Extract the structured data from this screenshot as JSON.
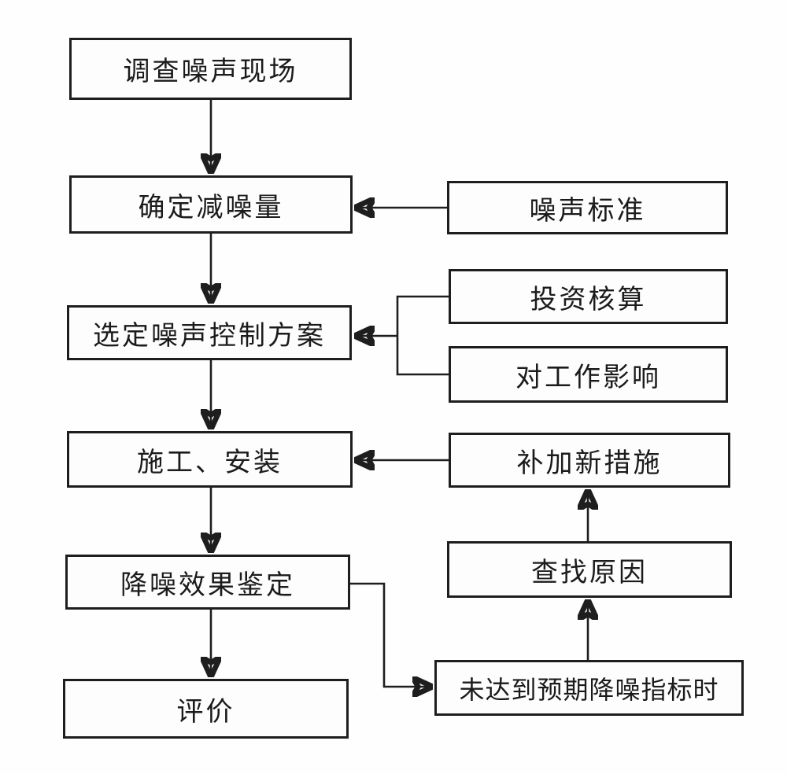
{
  "diagram": {
    "type": "flowchart",
    "background_color": "#fefefe",
    "line_color": "#1e1e1e",
    "nodes": {
      "survey": {
        "label": "调查噪声现场"
      },
      "determine": {
        "label": "确定减噪量"
      },
      "select_plan": {
        "label": "选定噪声控制方案"
      },
      "construct": {
        "label": "施工、安装"
      },
      "appraise": {
        "label": "降噪效果鉴定"
      },
      "evaluate": {
        "label": "评价"
      },
      "noise_standard": {
        "label": "噪声标准"
      },
      "investment": {
        "label": "投资核算"
      },
      "work_impact": {
        "label": "对工作影响"
      },
      "new_measures": {
        "label": "补加新措施"
      },
      "find_cause": {
        "label": "查找原因"
      },
      "not_reached": {
        "label": "未达到预期降噪指标时"
      }
    },
    "edges": [
      {
        "from": "survey",
        "to": "determine",
        "style": "arrow-down"
      },
      {
        "from": "determine",
        "to": "select_plan",
        "style": "arrow-down"
      },
      {
        "from": "select_plan",
        "to": "construct",
        "style": "arrow-down"
      },
      {
        "from": "construct",
        "to": "appraise",
        "style": "arrow-down"
      },
      {
        "from": "appraise",
        "to": "evaluate",
        "style": "arrow-down"
      },
      {
        "from": "noise_standard",
        "to": "determine",
        "style": "arrow-left"
      },
      {
        "from": "investment",
        "to": "select_plan",
        "style": "bracket-arrow-left"
      },
      {
        "from": "work_impact",
        "to": "select_plan",
        "style": "bracket-arrow-left"
      },
      {
        "from": "new_measures",
        "to": "construct",
        "style": "arrow-left"
      },
      {
        "from": "appraise",
        "to": "not_reached",
        "style": "elbow-arrow-right"
      },
      {
        "from": "not_reached",
        "to": "find_cause",
        "style": "arrow-up"
      },
      {
        "from": "find_cause",
        "to": "new_measures",
        "style": "arrow-up"
      }
    ]
  }
}
